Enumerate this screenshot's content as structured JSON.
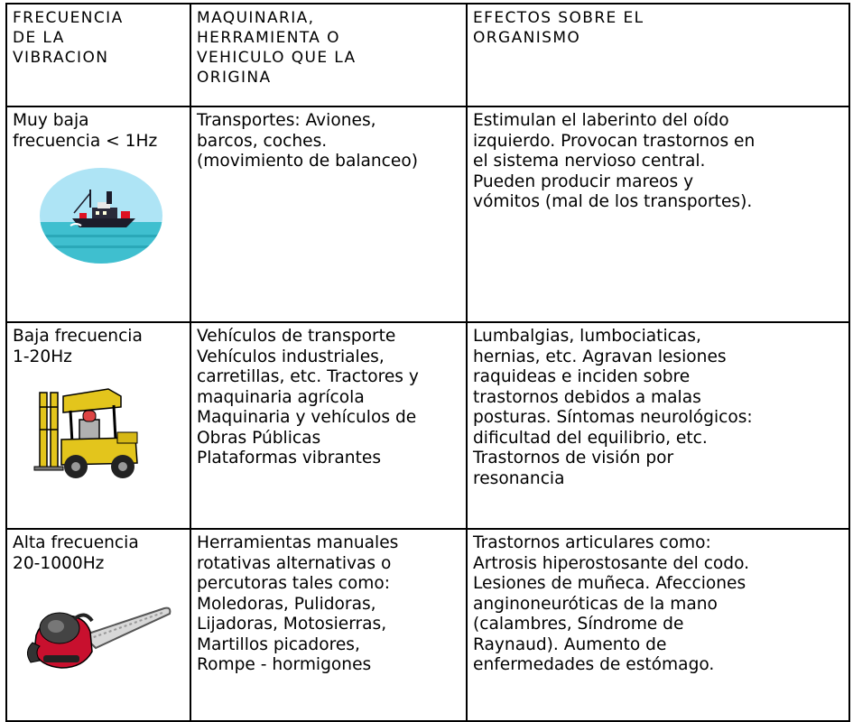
{
  "header": {
    "col1": [
      "FRECUENCIA",
      "DE LA",
      "VIBRACION"
    ],
    "col2": [
      "MAQUINARIA,",
      "HERRAMIENTA O",
      "VEHICULO QUE LA",
      "ORIGINA"
    ],
    "col3": [
      "EFECTOS SOBRE EL",
      "ORGANISMO"
    ]
  },
  "rows": [
    {
      "frequency": [
        "Muy baja",
        "frecuencia < 1Hz"
      ],
      "machinery": [
        "Transportes: Aviones,",
        "barcos, coches.",
        "(movimiento de balanceo)"
      ],
      "effects": [
        "Estimulan el laberinto del oído",
        "izquierdo. Provocan trastornos en",
        "el sistema nervioso central.",
        "Pueden producir mareos y",
        "vómitos (mal de los transportes)."
      ],
      "icon": "ship-icon"
    },
    {
      "frequency": [
        "Baja frecuencia",
        "1-20Hz"
      ],
      "machinery": [
        "Vehículos de transporte",
        "Vehículos industriales,",
        "carretillas, etc. Tractores y",
        "maquinaria agrícola",
        "Maquinaria y vehículos de",
        "Obras Públicas",
        "Plataformas vibrantes"
      ],
      "effects": [
        "Lumbalgias, lumbociaticas,",
        "hernias, etc. Agravan lesiones",
        "raquideas e inciden sobre",
        "trastornos debidos a malas",
        "posturas. Síntomas neurológicos:",
        "dificultad del equilibrio, etc.",
        "Trastornos de visión por",
        "resonancia"
      ],
      "icon": "forklift-icon"
    },
    {
      "frequency": [
        "Alta frecuencia",
        "20-1000Hz"
      ],
      "machinery": [
        "Herramientas manuales",
        "rotativas alternativas o",
        "percutoras tales como:",
        "Moledoras, Pulidoras,",
        "Lijadoras, Motosierras,",
        "Martillos picadores,",
        "Rompe - hormigones"
      ],
      "effects": [
        "Trastornos articulares como:",
        "Artrosis hiperostosante del codo.",
        "Lesiones de muñeca. Afecciones",
        "anginoneuróticas de la mano",
        "(calambres, Síndrome de",
        "Raynaud). Aumento de",
        "enfermedades de estómago."
      ],
      "icon": "chainsaw-icon"
    }
  ]
}
